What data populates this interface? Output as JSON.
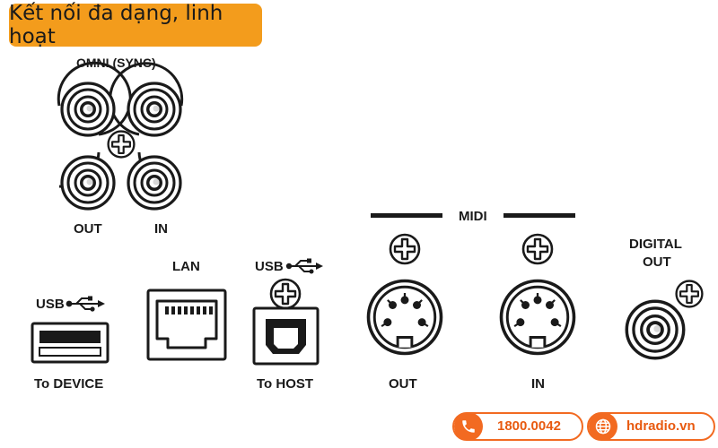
{
  "heading": "Kết nối đa dạng, linh hoạt",
  "omni": {
    "title": "OMNI  (SYNC)",
    "out_label": "OUT",
    "in_label": "IN"
  },
  "lan_label": "LAN",
  "usb_device": {
    "top_label": "USB",
    "bottom_label": "To  DEVICE"
  },
  "usb_host": {
    "top_label": "USB",
    "bottom_label": "To  HOST"
  },
  "midi": {
    "title": "MIDI",
    "out_label": "OUT",
    "in_label": "IN"
  },
  "digital_out": {
    "line1": "DIGITAL",
    "line2": "OUT"
  },
  "contact": {
    "phone": "1800.0042",
    "website": "hdradio.vn"
  },
  "colors": {
    "accent": "#f39c1c",
    "contact": "#f26a21",
    "ink": "#1a1a1a"
  },
  "icons": [
    "usb-icon",
    "phone-icon",
    "globe-icon",
    "screw-icon"
  ]
}
